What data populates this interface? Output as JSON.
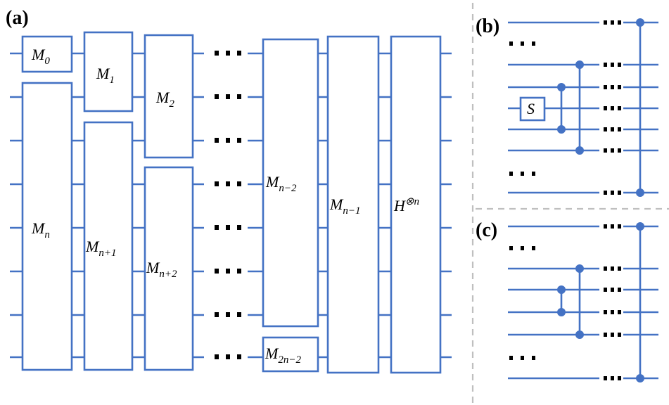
{
  "panels": {
    "a": {
      "label": "(a)"
    },
    "b": {
      "label": "(b)"
    },
    "c": {
      "label": "(c)"
    }
  },
  "gates": {
    "m0": {
      "base": "M",
      "sub": "0"
    },
    "m1": {
      "base": "M",
      "sub": "1"
    },
    "m2": {
      "base": "M",
      "sub": "2"
    },
    "mn": {
      "base": "M",
      "sub": "n"
    },
    "mn1": {
      "base": "M",
      "sub": "n+1"
    },
    "mn2": {
      "base": "M",
      "sub": "n+2"
    },
    "mnm2": {
      "base": "M",
      "sub": "n−2"
    },
    "mnm1": {
      "base": "M",
      "sub": "n−1"
    },
    "m2nm2": {
      "base": "M",
      "sub": "2n−2"
    },
    "hn": {
      "base": "H",
      "sup": "⊗n"
    },
    "s": {
      "base": "S"
    }
  },
  "colors": {
    "wire": "#4472C4",
    "separator": "#BFBFBF"
  }
}
